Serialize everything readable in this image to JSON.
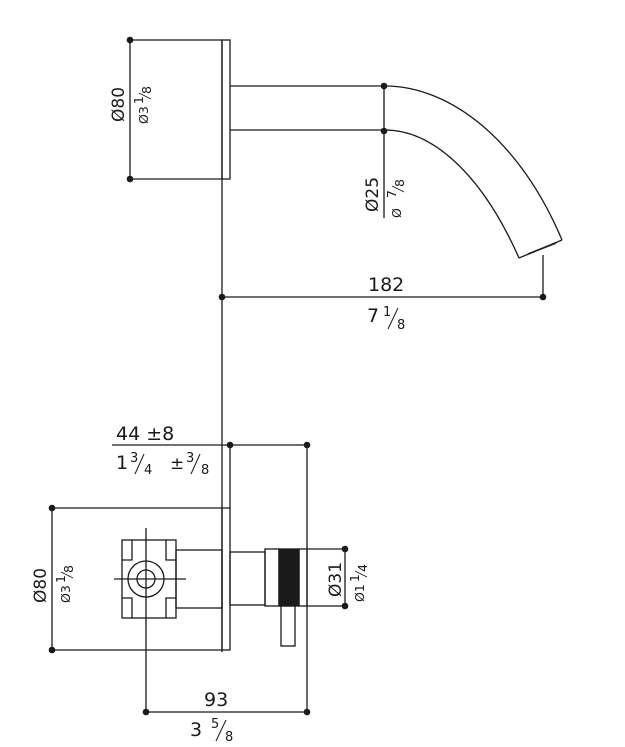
{
  "spout": {
    "diameter_label": "Ø80",
    "diameter_inch_prefix": "Ø3",
    "diameter_inch_num": "1",
    "diameter_inch_den": "8",
    "pipe_diameter_label": "Ø25",
    "pipe_diameter_inch_prefix": "Ø",
    "pipe_diameter_inch_num": "7",
    "pipe_diameter_inch_den": "8",
    "projection_mm": "182",
    "projection_inch_whole": "7",
    "projection_inch_num": "1",
    "projection_inch_den": "8"
  },
  "mixer": {
    "offset_mm": "44 ±8",
    "offset_inch_whole": "1",
    "offset_inch_num": "3",
    "offset_inch_den": "4",
    "offset_tol_prefix": "±",
    "offset_tol_num": "3",
    "offset_tol_den": "8",
    "diameter_label": "Ø80",
    "diameter_inch_prefix": "Ø3",
    "diameter_inch_num": "1",
    "diameter_inch_den": "8",
    "handle_diameter_label": "Ø31",
    "handle_diameter_inch_prefix": "Ø1",
    "handle_diameter_inch_num": "1",
    "handle_diameter_inch_den": "4",
    "length_mm": "93",
    "length_inch_whole": "3",
    "length_inch_num": "5",
    "length_inch_den": "8"
  }
}
